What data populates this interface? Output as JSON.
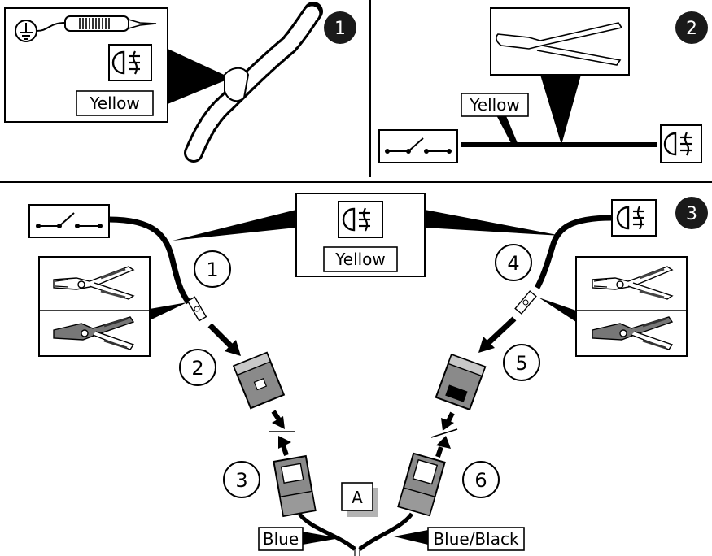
{
  "steps": {
    "step1": "1",
    "step2": "2",
    "step3": "3"
  },
  "labels": {
    "yellow_1": "Yellow",
    "yellow_2": "Yellow",
    "yellow_3": "Yellow",
    "blue": "Blue",
    "blue_black": "Blue/Black",
    "callout_a": "A"
  },
  "substeps": [
    "1",
    "2",
    "3",
    "4",
    "5",
    "6"
  ],
  "icons": {
    "ground": "ground-symbol-icon",
    "fog_light": "fog-light-icon",
    "switch": "switch-icon",
    "side_cutter": "side-cutter-pliers-icon",
    "crimper": "crimping-tool-icon",
    "probe": "circuit-tester-icon"
  },
  "colors": {
    "badge": "#1a1a1a",
    "callout_shadow": "#b3b3b3",
    "connector": "#8a8a8a"
  }
}
